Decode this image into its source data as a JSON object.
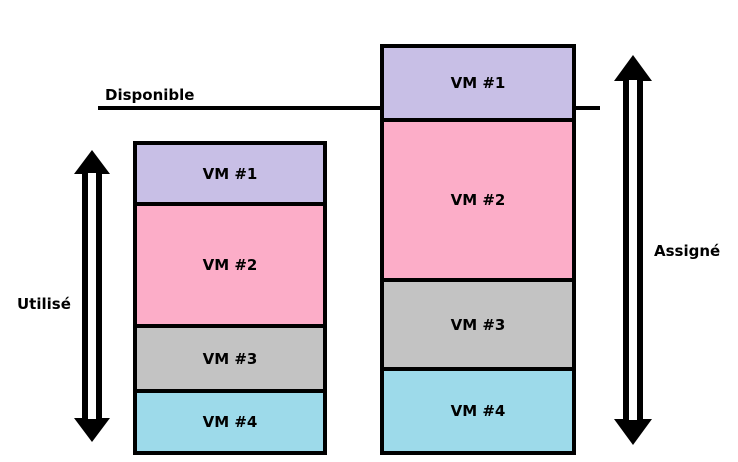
{
  "labels": {
    "disponible": "Disponible",
    "utilise": "Utilisé",
    "assigne": "Assigné"
  },
  "stacks": {
    "left": [
      {
        "label": "VM #1",
        "color": "#c8bfe6"
      },
      {
        "label": "VM #2",
        "color": "#fcadc8"
      },
      {
        "label": "VM #3",
        "color": "#c3c3c3"
      },
      {
        "label": "VM #4",
        "color": "#9ddaea"
      }
    ],
    "right": [
      {
        "label": "VM #1",
        "color": "#c8bfe6"
      },
      {
        "label": "VM #2",
        "color": "#fcadc8"
      },
      {
        "label": "VM #3",
        "color": "#c3c3c3"
      },
      {
        "label": "VM #4",
        "color": "#9ddaea"
      }
    ]
  }
}
